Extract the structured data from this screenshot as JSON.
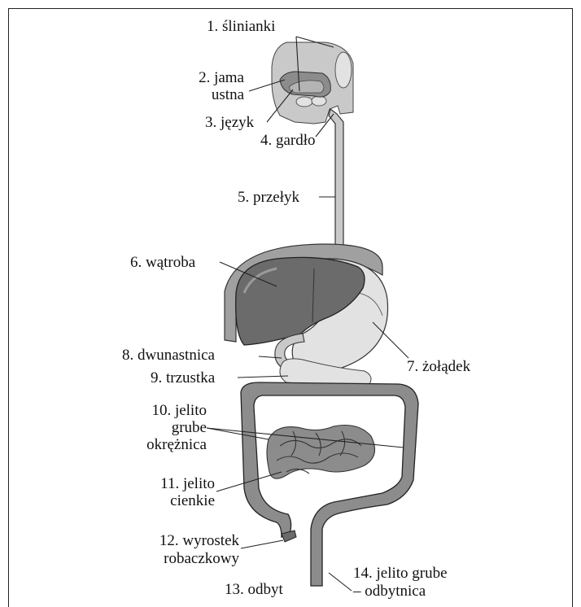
{
  "colors": {
    "organ_dark": "#6b6b6b",
    "organ_mid": "#8c8c8c",
    "organ_light": "#c9c9c9",
    "organ_pale": "#e2e2e2",
    "outline": "#222222",
    "shade": "#a0a0a0"
  },
  "labels": {
    "l1": "1. ślinianki",
    "l2a": "2. jama",
    "l2b": "ustna",
    "l3": "3. język",
    "l4": "4. gardło",
    "l5": "5. przełyk",
    "l6": "6. wątroba",
    "l7": "7. żołądek",
    "l8": "8. dwunastnica",
    "l9": "9. trzustka",
    "l10a": "10. jelito",
    "l10b": "grube",
    "l10c": "okrężnica",
    "l11a": "11. jelito",
    "l11b": "cienkie",
    "l12a": "12. wyrostek",
    "l12b": "robaczkowy",
    "l13": "13. odbyt",
    "l14a": "14. jelito grube",
    "l14b": "– odbytnica"
  }
}
